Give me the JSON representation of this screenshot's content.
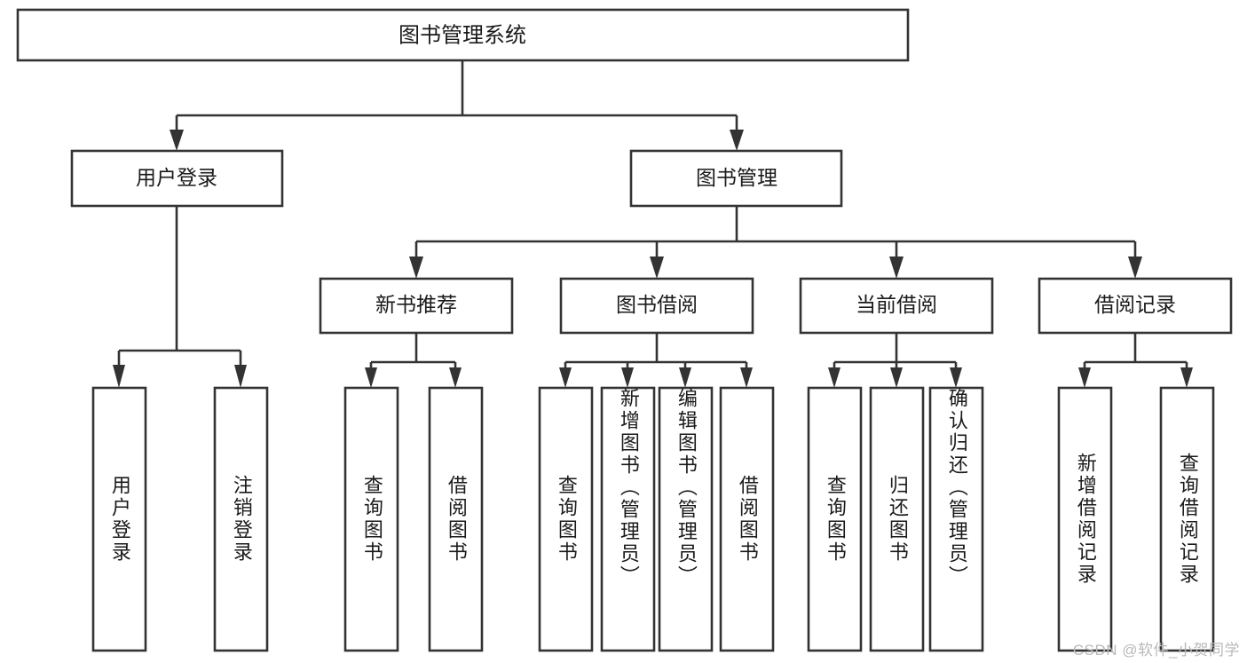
{
  "diagram": {
    "title": "图书管理系统",
    "type": "tree-hierarchy-diagram",
    "orientation": "top-down",
    "colors": {
      "stroke": "#333333",
      "fill": "#ffffff",
      "text": "#1a1a1a",
      "watermark": "#b9b9b9",
      "background": "#ffffff"
    }
  },
  "root": {
    "label": "图书管理系统"
  },
  "level2": [
    {
      "label": "用户登录"
    },
    {
      "label": "图书管理"
    }
  ],
  "level3": [
    {
      "label": "新书推荐"
    },
    {
      "label": "图书借阅"
    },
    {
      "label": "当前借阅"
    },
    {
      "label": "借阅记录"
    }
  ],
  "leaves": {
    "user_login": [
      {
        "label": "用户登录"
      },
      {
        "label": "注销登录"
      }
    ],
    "new_book_recommend": [
      {
        "label": "查询图书"
      },
      {
        "label": "借阅图书"
      }
    ],
    "book_borrow": [
      {
        "label": "查询图书"
      },
      {
        "label": "新增图书（管理员）"
      },
      {
        "label": "编辑图书（管理员）"
      },
      {
        "label": "借阅图书"
      }
    ],
    "current_borrow": [
      {
        "label": "查询图书"
      },
      {
        "label": "归还图书"
      },
      {
        "label": "确认归还（管理员）"
      }
    ],
    "borrow_record": [
      {
        "label": "新增借阅记录"
      },
      {
        "label": "查询借阅记录"
      }
    ]
  },
  "watermark": {
    "text": "CSDN @软件_小贺同学"
  }
}
